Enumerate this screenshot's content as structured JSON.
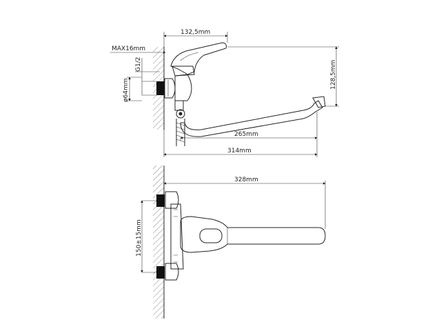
{
  "top_view": {
    "dim_width_top": "132,5mm",
    "dim_max": "MAX16mm",
    "dim_thread": "G1/2",
    "dim_diameter": "ø64mm",
    "dim_height": "128,5mm",
    "dim_spout_reach": "265mm",
    "dim_total_reach": "314mm"
  },
  "bottom_view": {
    "dim_length": "328mm",
    "dim_spacing": "150±15mm"
  }
}
